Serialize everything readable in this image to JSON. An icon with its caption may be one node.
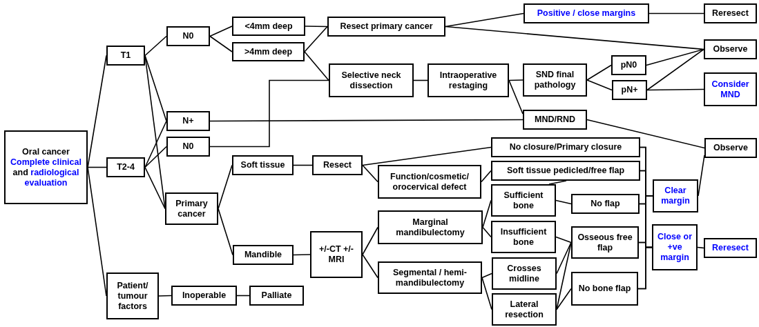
{
  "diagram": {
    "nodes": [
      {
        "text": [
          "Oral cancer",
          "Complete clinical",
          "and",
          "radiological evaluation"
        ]
      },
      {
        "text": [
          "T1"
        ]
      },
      {
        "text": [
          "T2-4"
        ]
      },
      {
        "text": [
          "Patient/ tumour factors"
        ]
      },
      {
        "text": [
          "N0"
        ]
      },
      {
        "text": [
          "N+"
        ]
      },
      {
        "text": [
          "N0"
        ]
      },
      {
        "text": [
          "Primary cancer"
        ]
      },
      {
        "text": [
          "<4mm deep"
        ]
      },
      {
        "text": [
          ">4mm deep"
        ]
      },
      {
        "text": [
          "Resect primary cancer"
        ]
      },
      {
        "text": [
          "Selective neck dissection"
        ]
      },
      {
        "text": [
          "Soft tissue"
        ]
      },
      {
        "text": [
          "Resect"
        ]
      },
      {
        "text": [
          "Mandible"
        ]
      },
      {
        "text": [
          "+/-CT +/- MRI"
        ]
      },
      {
        "text": [
          "Inoperable"
        ]
      },
      {
        "text": [
          "Palliate"
        ]
      },
      {
        "text": [
          "Positive / close margins"
        ]
      },
      {
        "text": [
          "Reresect"
        ]
      },
      {
        "text": [
          "Observe"
        ]
      },
      {
        "text": [
          "Intraoperative restaging"
        ]
      },
      {
        "text": [
          "SND final pathology"
        ]
      },
      {
        "text": [
          "pN0"
        ]
      },
      {
        "text": [
          "pN+"
        ]
      },
      {
        "text": [
          "Consider MND"
        ]
      },
      {
        "text": [
          "MND/RND"
        ]
      },
      {
        "text": [
          "Observe"
        ]
      },
      {
        "text": [
          "No closure/Primary closure"
        ]
      },
      {
        "text": [
          "Function/cosmetic/ orocervical defect"
        ]
      },
      {
        "text": [
          "Soft tissue pedicled/free flap"
        ]
      },
      {
        "text": [
          "Sufficient bone"
        ]
      },
      {
        "text": [
          "No flap"
        ]
      },
      {
        "text": [
          "Clear margin"
        ]
      },
      {
        "text": [
          "Marginal mandibulectomy"
        ]
      },
      {
        "text": [
          "Insufficient bone"
        ]
      },
      {
        "text": [
          "Osseous free flap"
        ]
      },
      {
        "text": [
          "Close or +ve margin"
        ]
      },
      {
        "text": [
          "Reresect"
        ]
      },
      {
        "text": [
          "Segmental / hemi-mandibulectomy"
        ]
      },
      {
        "text": [
          "Crosses midline"
        ]
      },
      {
        "text": [
          "No bone flap"
        ]
      },
      {
        "text": [
          "Lateral resection"
        ]
      }
    ],
    "edges": [
      {
        "from": 0,
        "to": 1,
        "arrow": "none"
      },
      {
        "from": 0,
        "to": 2,
        "arrow": "none"
      },
      {
        "from": 0,
        "to": 3,
        "arrow": "none"
      },
      {
        "from": 1,
        "to": 4,
        "arrow": "none"
      },
      {
        "from": 1,
        "to": 5,
        "arrow": "none"
      },
      {
        "from": 1,
        "to": 7,
        "arrow": "none"
      },
      {
        "from": 2,
        "to": 5,
        "arrow": "none"
      },
      {
        "from": 2,
        "to": 6,
        "arrow": "none"
      },
      {
        "from": 2,
        "to": 7,
        "arrow": "none"
      },
      {
        "from": 4,
        "to": 8,
        "arrow": "none"
      },
      {
        "from": 4,
        "to": 9,
        "arrow": "none"
      },
      {
        "from": 8,
        "to": 10,
        "arrow": "none"
      },
      {
        "from": 9,
        "to": 10,
        "arrow": "none"
      },
      {
        "from": 9,
        "to": 11,
        "arrow": "none"
      },
      {
        "from": 6,
        "to": 11,
        "arrow": "none"
      },
      {
        "from": 5,
        "to": 26,
        "arrow": "none"
      },
      {
        "from": 10,
        "to": 18,
        "arrow": "none"
      },
      {
        "from": 10,
        "to": 20,
        "arrow": "none"
      },
      {
        "from": 18,
        "to": 19,
        "arrow": "none"
      },
      {
        "from": 11,
        "to": 21,
        "arrow": "none"
      },
      {
        "from": 21,
        "to": 22,
        "arrow": "none"
      },
      {
        "from": 21,
        "to": 26,
        "arrow": "none"
      },
      {
        "from": 22,
        "to": 23,
        "arrow": "none"
      },
      {
        "from": 22,
        "to": 24,
        "arrow": "none"
      },
      {
        "from": 23,
        "to": 20,
        "arrow": "none"
      },
      {
        "from": 24,
        "to": 20,
        "arrow": "none"
      },
      {
        "from": 24,
        "to": 25,
        "arrow": "none"
      },
      {
        "from": 26,
        "to": 27,
        "arrow": "none"
      },
      {
        "from": 7,
        "to": 12,
        "arrow": "none"
      },
      {
        "from": 7,
        "to": 14,
        "arrow": "none"
      },
      {
        "from": 12,
        "to": 13,
        "arrow": "none"
      },
      {
        "from": 16,
        "to": 17,
        "arrow": "none"
      },
      {
        "from": 3,
        "to": 16,
        "arrow": "none"
      },
      {
        "from": 13,
        "to": 28,
        "arrow": "none"
      },
      {
        "from": 13,
        "to": 29,
        "arrow": "none"
      },
      {
        "from": 29,
        "to": 30,
        "arrow": "none"
      },
      {
        "from": 14,
        "to": 15,
        "arrow": "none"
      },
      {
        "from": 15,
        "to": 34,
        "arrow": "none"
      },
      {
        "from": 15,
        "to": 39,
        "arrow": "none"
      },
      {
        "from": 34,
        "to": 31,
        "arrow": "none"
      },
      {
        "from": 34,
        "to": 35,
        "arrow": "none"
      },
      {
        "from": 39,
        "to": 40,
        "arrow": "none"
      },
      {
        "from": 39,
        "to": 42,
        "arrow": "none"
      },
      {
        "from": 31,
        "to": 30,
        "arrow": "none"
      },
      {
        "from": 31,
        "to": 32,
        "arrow": "none"
      },
      {
        "from": 35,
        "to": 36,
        "arrow": "none"
      },
      {
        "from": 40,
        "to": 36,
        "arrow": "none"
      },
      {
        "from": 42,
        "to": 36,
        "arrow": "none"
      },
      {
        "from": 42,
        "to": 41,
        "arrow": "none"
      },
      {
        "from": 33,
        "to": 27,
        "arrow": "none"
      },
      {
        "from": 28,
        "to": 33,
        "arrow": "none"
      },
      {
        "from": 30,
        "to": 33,
        "arrow": "none"
      },
      {
        "from": 32,
        "to": 33,
        "arrow": "none"
      },
      {
        "from": 36,
        "to": 33,
        "arrow": "none"
      },
      {
        "from": 41,
        "to": 33,
        "arrow": "none"
      },
      {
        "from": 28,
        "to": 37,
        "arrow": "none"
      },
      {
        "from": 30,
        "to": 37,
        "arrow": "none"
      },
      {
        "from": 32,
        "to": 37,
        "arrow": "none"
      },
      {
        "from": 36,
        "to": 37,
        "arrow": "none"
      },
      {
        "from": 41,
        "to": 37,
        "arrow": "none"
      },
      {
        "from": 37,
        "to": 38,
        "arrow": "none"
      }
    ]
  }
}
